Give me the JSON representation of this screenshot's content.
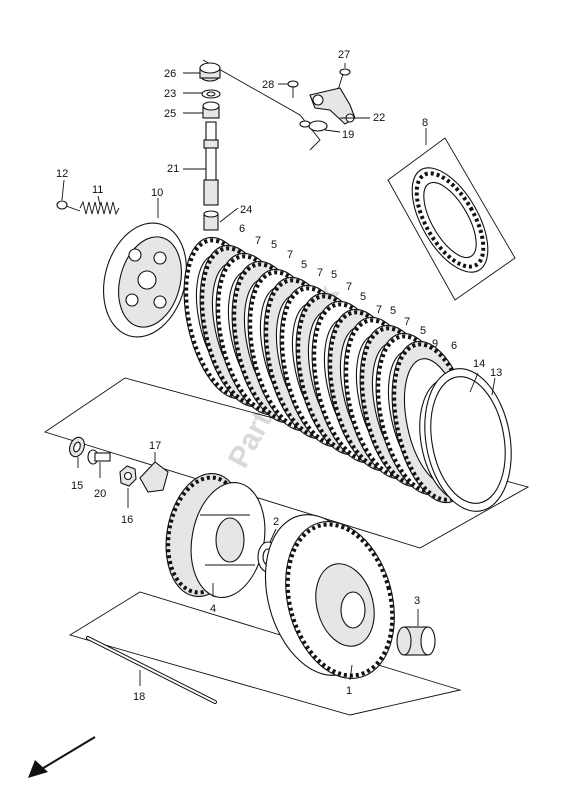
{
  "watermark": "PartsRepublik",
  "callouts": [
    {
      "id": "c1",
      "text": "1"
    },
    {
      "id": "c2",
      "text": "2"
    },
    {
      "id": "c3",
      "text": "3"
    },
    {
      "id": "c4",
      "text": "4"
    },
    {
      "id": "c5a",
      "text": "5"
    },
    {
      "id": "c5b",
      "text": "5"
    },
    {
      "id": "c5c",
      "text": "5"
    },
    {
      "id": "c5d",
      "text": "5"
    },
    {
      "id": "c5e",
      "text": "5"
    },
    {
      "id": "c5f",
      "text": "5"
    },
    {
      "id": "c6a",
      "text": "6"
    },
    {
      "id": "c6b",
      "text": "6"
    },
    {
      "id": "c7a",
      "text": "7"
    },
    {
      "id": "c7b",
      "text": "7"
    },
    {
      "id": "c7c",
      "text": "7"
    },
    {
      "id": "c7d",
      "text": "7"
    },
    {
      "id": "c7e",
      "text": "7"
    },
    {
      "id": "c7f",
      "text": "7"
    },
    {
      "id": "c8",
      "text": "8"
    },
    {
      "id": "c9",
      "text": "9"
    },
    {
      "id": "c10",
      "text": "10"
    },
    {
      "id": "c11",
      "text": "11"
    },
    {
      "id": "c12",
      "text": "12"
    },
    {
      "id": "c13",
      "text": "13"
    },
    {
      "id": "c14",
      "text": "14"
    },
    {
      "id": "c15",
      "text": "15"
    },
    {
      "id": "c16",
      "text": "16"
    },
    {
      "id": "c17",
      "text": "17"
    },
    {
      "id": "c18",
      "text": "18"
    },
    {
      "id": "c19",
      "text": "19"
    },
    {
      "id": "c20",
      "text": "20"
    },
    {
      "id": "c21",
      "text": "21"
    },
    {
      "id": "c22",
      "text": "22"
    },
    {
      "id": "c23",
      "text": "23"
    },
    {
      "id": "c24",
      "text": "24"
    },
    {
      "id": "c25",
      "text": "25"
    },
    {
      "id": "c26",
      "text": "26"
    },
    {
      "id": "c27",
      "text": "27"
    },
    {
      "id": "c28",
      "text": "28"
    }
  ],
  "front_direction_icon": "arrow-down-left"
}
